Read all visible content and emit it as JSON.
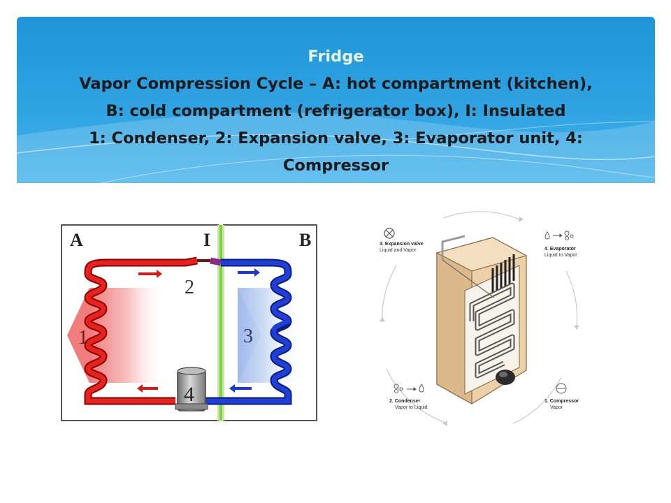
{
  "title": {
    "line1": "Fridge",
    "line2": "Vapor Compression Cycle – A:    hot compartment (kitchen),",
    "line3": "B: cold compartment (refrigerator box), I: Insulated",
    "line4": "1: Condenser, 2: Expansion valve, 3: Evaporator unit, 4:",
    "line5": "Compressor"
  },
  "left_diagram": {
    "labels": {
      "a": "A",
      "i": "I",
      "b": "B",
      "n1": "1",
      "n2": "2",
      "n3": "3",
      "n4": "4"
    },
    "colors": {
      "hot": "#e8231c",
      "cold": "#1f3fd8",
      "insulation": "#8fd14f"
    }
  },
  "right_diagram": {
    "stages": [
      {
        "title": "3. Expansion valve",
        "desc": "Liquid and Vapor"
      },
      {
        "title": "4. Evaporator",
        "desc": "Liquid to Vapor"
      },
      {
        "title": "2. Condenser",
        "desc": "Vapor to Liquid"
      },
      {
        "title": "1. Compressor",
        "desc": "Vapor"
      }
    ]
  }
}
